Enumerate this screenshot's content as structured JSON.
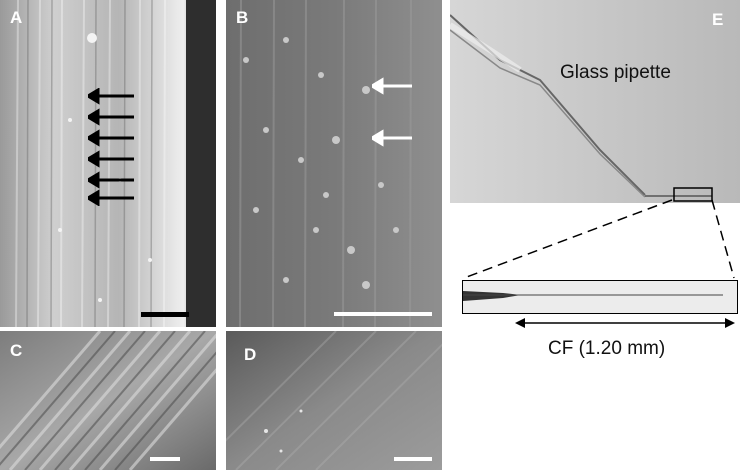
{
  "panels": {
    "a": {
      "label": "A"
    },
    "b": {
      "label": "B"
    },
    "c": {
      "label": "C"
    },
    "d": {
      "label": "D"
    },
    "e": {
      "label": "E",
      "caption": "Glass pipette",
      "measure": "CF (1.20 mm)"
    }
  },
  "colors": {
    "sem_light": "#d8d8d8",
    "sem_mid": "#8a8a8a",
    "sem_dark": "#3e3e3e",
    "photo_bg": "#c8c8c8",
    "arrow_black": "#000000",
    "arrow_white": "#ffffff"
  }
}
